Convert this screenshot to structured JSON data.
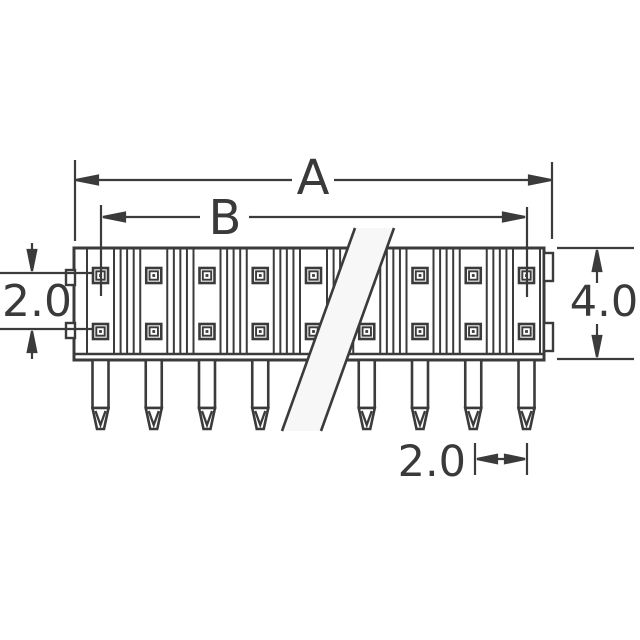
{
  "figure": {
    "type": "technical-drawing",
    "subject": "dual-row through-hole pin header, side view with break symbol",
    "background_color": "#ffffff",
    "line_color": "#3b3b3b",
    "text_color": "#3a3a3a",
    "break_band_fill": "#f7f7f7",
    "pin_positions_per_row": 9,
    "contact_rows": 2,
    "pins_hidden_by_break": 1
  },
  "dimensions": {
    "overall_width": {
      "label": "A"
    },
    "pin_span": {
      "label": "B"
    },
    "row_pitch": {
      "label": "2.0"
    },
    "insulator_height": {
      "label": "4.0"
    },
    "pin_pitch": {
      "label": "2.0"
    }
  }
}
